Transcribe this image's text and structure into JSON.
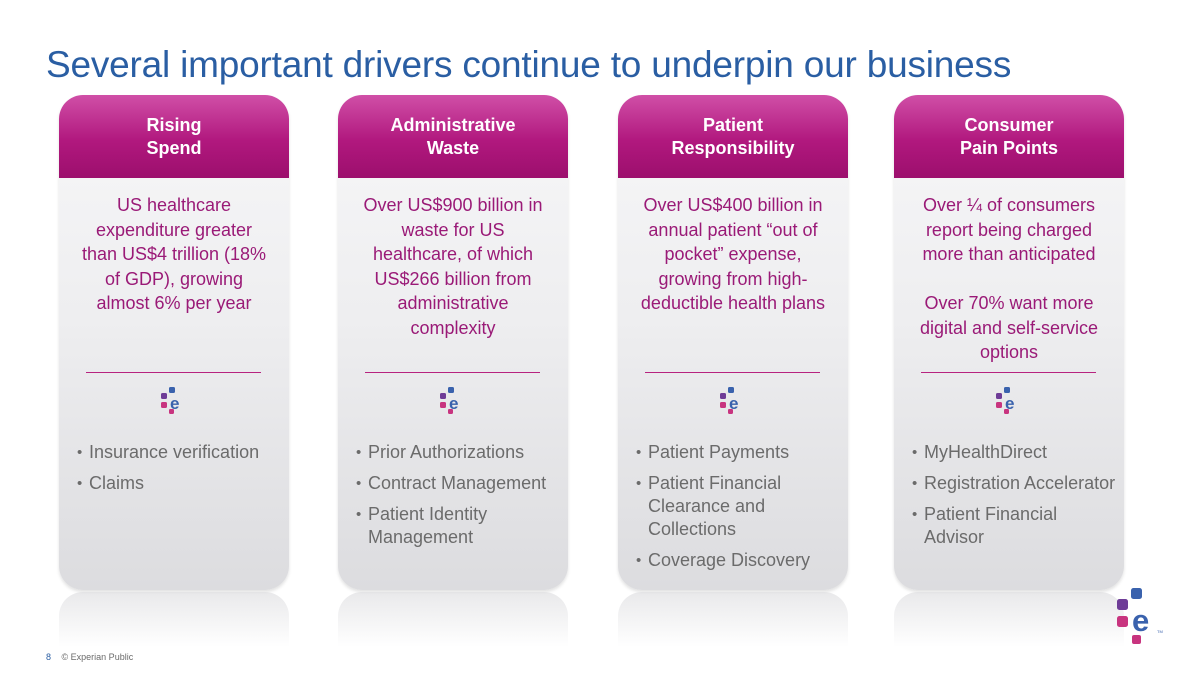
{
  "slide": {
    "title": "Several important drivers continue to underpin our business"
  },
  "cards": [
    {
      "heading": "Rising\nSpend",
      "description": "US healthcare\nexpenditure greater\nthan US$4 trillion (18%\nof GDP), growing\nalmost 6% per year",
      "bullets": [
        "Insurance verification",
        "Claims"
      ]
    },
    {
      "heading": "Administrative\nWaste",
      "description": "Over US$900 billion in\nwaste for US\nhealthcare, of which\nUS$266 billion from\nadministrative\ncomplexity",
      "bullets": [
        "Prior Authorizations",
        "Contract Management",
        "Patient Identity Management"
      ]
    },
    {
      "heading": "Patient\nResponsibility",
      "description": "Over US$400 billion in\nannual patient “out of\npocket” expense,\ngrowing from high-\ndeductible health plans",
      "bullets": [
        "Patient Payments",
        "Patient Financial Clearance and Collections",
        "Coverage Discovery"
      ]
    },
    {
      "heading": "Consumer\nPain Points",
      "description": "Over ¼ of consumers\nreport being charged\nmore than anticipated\n\nOver 70% want more\ndigital and self-service\noptions",
      "bullets": [
        "MyHealthDirect",
        "Registration Accelerator",
        "Patient Financial Advisor"
      ]
    }
  ],
  "footer": {
    "page_number": "8",
    "classification": "© Experian Public"
  },
  "brand": {
    "logo_icon": "experian-e-logo-icon",
    "logo_letter": "e",
    "colors": {
      "title_blue": "#2a5ea3",
      "header_magenta": "#b1187e",
      "desc_magenta": "#9a1a77",
      "logo_blue": "#3a62ad",
      "logo_purple": "#6e3c97",
      "logo_pink": "#c8347f"
    }
  }
}
